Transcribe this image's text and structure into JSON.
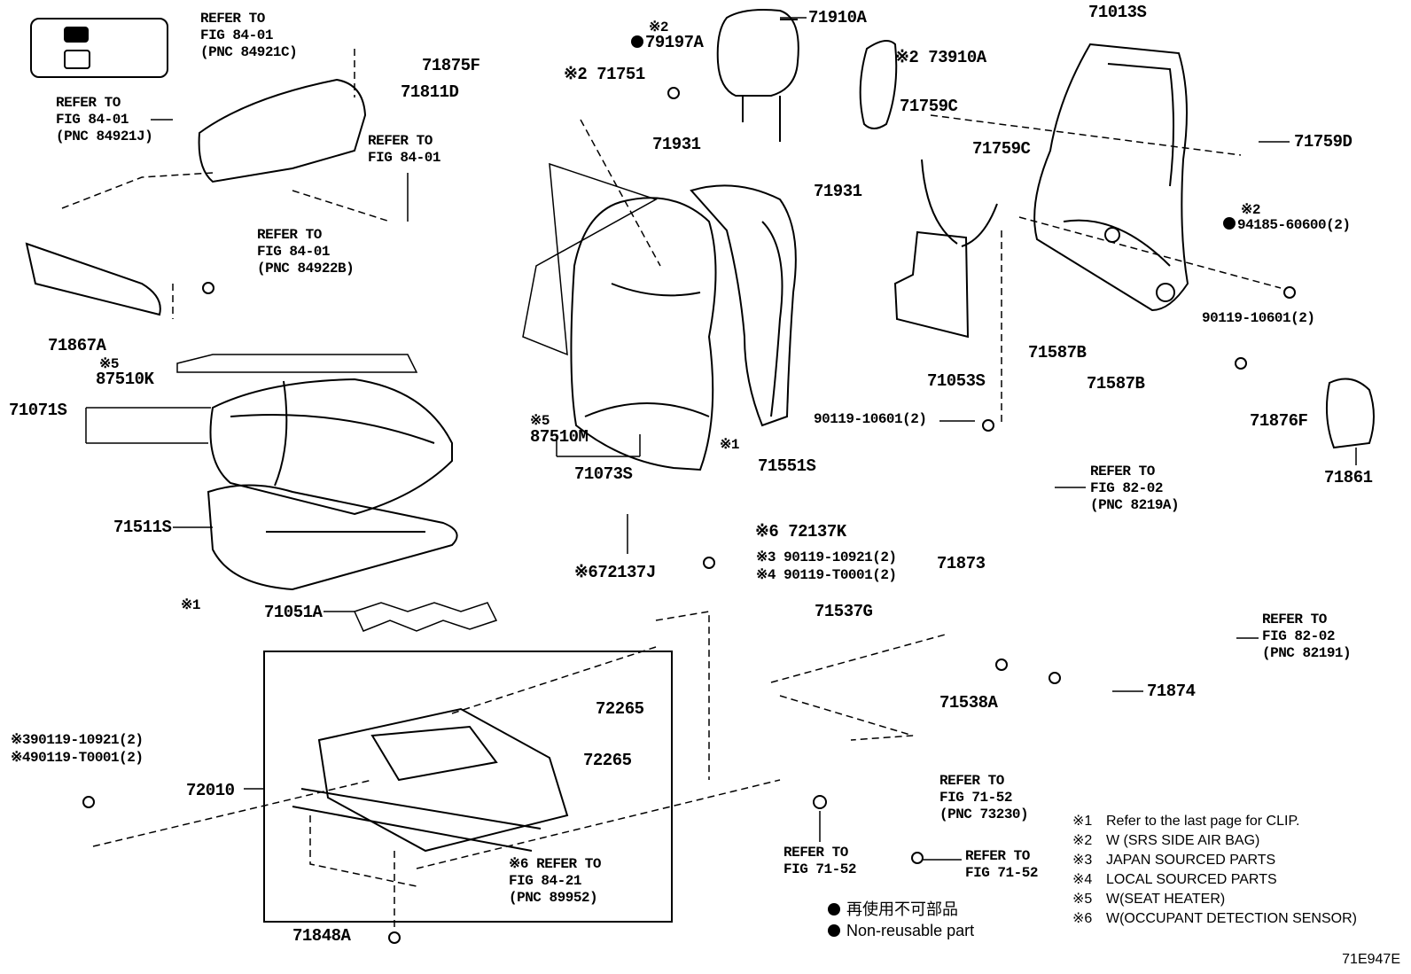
{
  "labels": {
    "p71910A": "71910A",
    "p79197A_mark": "※2",
    "p79197A": "79197A",
    "p73910A": "※2 73910A",
    "p71013S": "71013S",
    "p71751": "※2 71751",
    "p71875F": "71875F",
    "p71811D": "71811D",
    "ref_84921C": "REFER TO\nFIG 84-01\n(PNC 84921C)",
    "ref_84921J": "REFER TO\nFIG 84-01\n(PNC 84921J)",
    "ref_84_01": "REFER TO\nFIG 84-01",
    "ref_84922B": "REFER TO\nFIG 84-01\n(PNC 84922B)",
    "p71759C_a": "71759C",
    "p71759C_b": "71759C",
    "p71759D": "71759D",
    "p71931_a": "71931",
    "p71931_b": "71931",
    "p94185_mark": "※2",
    "p94185": "94185-60600(2)",
    "p71867A": "71867A",
    "p87510K_mark": "※5",
    "p87510K": "87510K",
    "p71071S": "71071S",
    "p90119_10601_a": "90119-10601(2)",
    "p71587B_a": "71587B",
    "p71587B_b": "71587B",
    "p71053S": "71053S",
    "p90119_10601_b": "90119-10601(2)",
    "p71876F": "71876F",
    "p87510M_mark": "※5",
    "p87510M": "87510M",
    "p71073S": "71073S",
    "p71551S": "71551S",
    "p71861": "71861",
    "clip_mark_a": "※1",
    "ref_8219A": "REFER TO\nFIG 82-02\n(PNC 8219A)",
    "p71511S": "71511S",
    "p72137K": "※6 72137K",
    "p72137J": "※672137J",
    "p90119_10921_a": "※3  90119-10921(2)",
    "p90119_T0001_a": "※4  90119-T0001(2)",
    "p71873": "71873",
    "clip_mark_b": "※1",
    "p71051A": "71051A",
    "p71537G": "71537G",
    "ref_82191": "REFER TO\nFIG 82-02\n(PNC 82191)",
    "p72265_a": "72265",
    "p71874": "71874",
    "p71538A": "71538A",
    "p90119_10921_b": "※390119-10921(2)",
    "p90119_T0001_b": "※490119-T0001(2)",
    "p72265_b": "72265",
    "p72010": "72010",
    "ref_73230": "REFER TO\nFIG 71-52\n(PNC 73230)",
    "ref_89952": "※6 REFER TO\nFIG 84-21\n(PNC 89952)",
    "ref_71_52_a": "REFER TO\nFIG 71-52",
    "ref_71_52_b": "REFER TO\nFIG 71-52",
    "p71848A": "71848A"
  },
  "notes": [
    {
      "key": "※1",
      "text": "Refer to the last page for CLIP."
    },
    {
      "key": "※2",
      "text": "W (SRS SIDE AIR BAG)"
    },
    {
      "key": "※3",
      "text": "JAPAN SOURCED PARTS"
    },
    {
      "key": "※4",
      "text": "LOCAL SOURCED PARTS"
    },
    {
      "key": "※5",
      "text": "W(SEAT HEATER)"
    },
    {
      "key": "※6",
      "text": "W(OCCUPANT DETECTION SENSOR)"
    }
  ],
  "legend": {
    "jp": "再使用不可部品",
    "en": "Non-reusable part"
  },
  "doc_id": "71E947E"
}
